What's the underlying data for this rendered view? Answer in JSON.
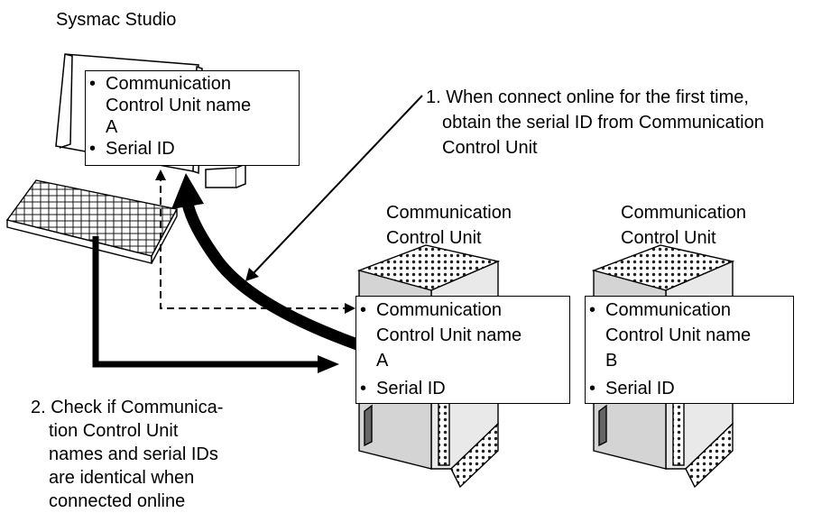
{
  "pc_label": "Sysmac Studio",
  "pc_box": {
    "bullet": "•",
    "name_line1": "Communication",
    "name_line2": "Control Unit name",
    "name_value": "A",
    "serial_label": "Serial ID"
  },
  "step1": {
    "line1": "1. When connect online for the first time,",
    "line2": "obtain the serial ID from Communication",
    "line3": "Control Unit"
  },
  "unit_a": {
    "title_line1": "Communication",
    "title_line2": "Control Unit",
    "bullet": "•",
    "name_line1": "Communication",
    "name_line2": "Control Unit name",
    "name_value": "A",
    "serial_label": "Serial ID"
  },
  "unit_b": {
    "title_line1": "Communication",
    "title_line2": "Control Unit",
    "bullet": "•",
    "name_line1": "Communication",
    "name_line2": "Control Unit name",
    "name_value": "B",
    "serial_label": "Serial ID"
  },
  "step2": {
    "line1": "2. Check if Communica-",
    "line2": "tion Control Unit",
    "line3": "names and serial IDs",
    "line4": "are identical when",
    "line5": "connected online"
  }
}
